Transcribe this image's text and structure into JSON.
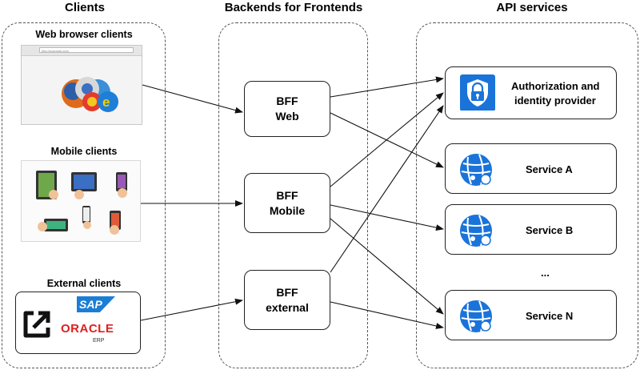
{
  "columns": {
    "clients": "Clients",
    "bff": "Backends  for Frontends",
    "api": "API services"
  },
  "clients": {
    "web": {
      "title": "Web browser clients",
      "url": "http://example.com"
    },
    "mobile": {
      "title": "Mobile clients"
    },
    "external": {
      "title": "External clients",
      "logos": [
        "SAP",
        "ORACLE",
        "ERP"
      ]
    }
  },
  "bffs": [
    {
      "line1": "BFF",
      "line2": "Web"
    },
    {
      "line1": "BFF",
      "line2": "Mobile"
    },
    {
      "line1": "BFF",
      "line2": "external"
    }
  ],
  "services": {
    "auth": {
      "line1": "Authorization and",
      "line2": "identity provider",
      "icon": "lock-shield-icon"
    },
    "service_a": {
      "label": "Service A",
      "icon": "globe-network-icon"
    },
    "service_b": {
      "label": "Service B",
      "icon": "globe-network-icon"
    },
    "ellipsis": "...",
    "service_n": {
      "label": "Service N",
      "icon": "globe-network-icon"
    }
  },
  "colors": {
    "azure_blue": "#1a73d9",
    "sap_blue": "#1b7ed6",
    "oracle_red": "#e02020"
  }
}
